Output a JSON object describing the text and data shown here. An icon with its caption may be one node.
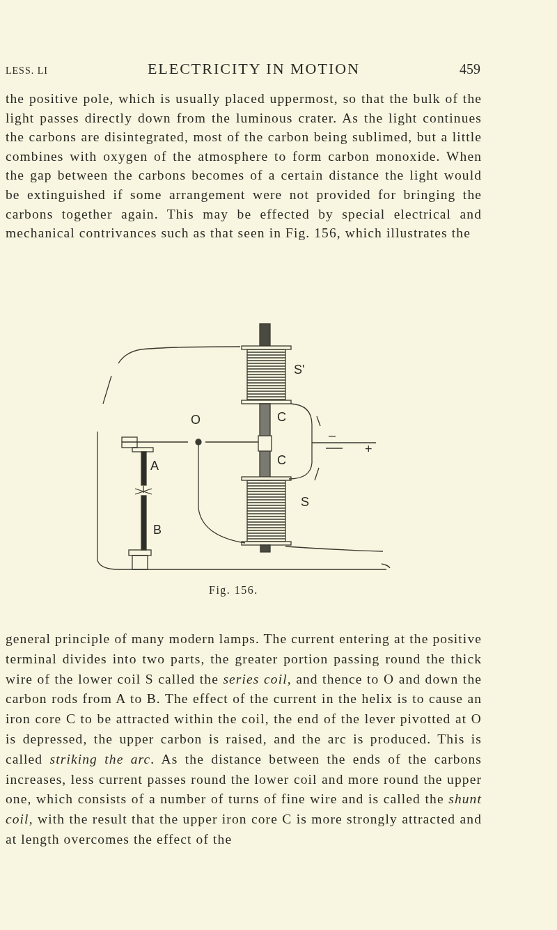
{
  "diagram": {
    "caption": "Fig. 156.",
    "labels": [
      "LESS. LI",
      "ELECTRICITY IN MOTION",
      "459",
      "the positive pole, which is usually placed uppermost, so that the bulk of the light passes directly down from the luminous crater. As the light continues the carbons are disintegrated, most of the carbon being sublimed, but a little combines with oxygen of the atmosphere to form carbon monoxide. When the gap between the carbons becomes of a certain distance the light would be extinguished if some arrangement were not provided for bringing the carbons together again. This may be effected by special electrical and mechanical contrivances such as that seen in Fig. 156, which illustrates the",
      "S'",
      "O",
      "C",
      "–",
      "+",
      "A",
      "C",
      "S",
      "B",
      "general principle of many modern lamps. The current entering at the positive terminal divides into two parts, the greater portion passing round the thick wire of the lower coil S called the *series coil*, and thence to O and down the carbon rods from A to B. The effect of the current in the helix is to cause an iron core C to be attracted within the coil, the end of the lever pivotted at O is depressed, the upper carbon is raised, and the arc is produced. This is called *striking the arc*. As the distance between the ends of the carbons increases, less current passes round the lower coil and more round the upper one, which consists of a number of turns of fine wire and is called the *shunt coil*, with the result that the upper iron core C is more strongly attracted and at length overcomes the effect of the"
    ]
  }
}
